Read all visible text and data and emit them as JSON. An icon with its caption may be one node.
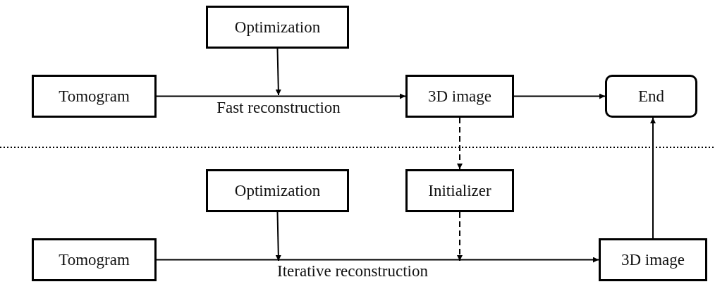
{
  "diagram": {
    "nodes": [
      {
        "text": [
          "Optimization"
        ]
      },
      {
        "text": [
          "Tomogram"
        ]
      },
      {
        "text": [
          "3D image"
        ]
      },
      {
        "text": [
          "End"
        ]
      },
      {
        "text": [
          "Optimization"
        ]
      },
      {
        "text": [
          "Initializer"
        ]
      },
      {
        "text": [
          "Tomogram"
        ]
      },
      {
        "text": [
          "3D image"
        ]
      }
    ],
    "edges": [
      {
        "from": 1,
        "to": 2,
        "arrow": "to",
        "label": "Fast reconstruction"
      },
      {
        "from": 0,
        "to": null,
        "arrow": "to"
      },
      {
        "from": 2,
        "to": 3,
        "arrow": "to"
      },
      {
        "from": 2,
        "to": 5,
        "arrow": "to",
        "style": "dashed"
      },
      {
        "from": 6,
        "to": 7,
        "arrow": "to",
        "label": "Iterative reconstruction"
      },
      {
        "from": 4,
        "to": null,
        "arrow": "to"
      },
      {
        "from": 5,
        "to": null,
        "arrow": "to",
        "style": "dashed"
      },
      {
        "from": 7,
        "to": 3,
        "arrow": "to"
      }
    ]
  }
}
